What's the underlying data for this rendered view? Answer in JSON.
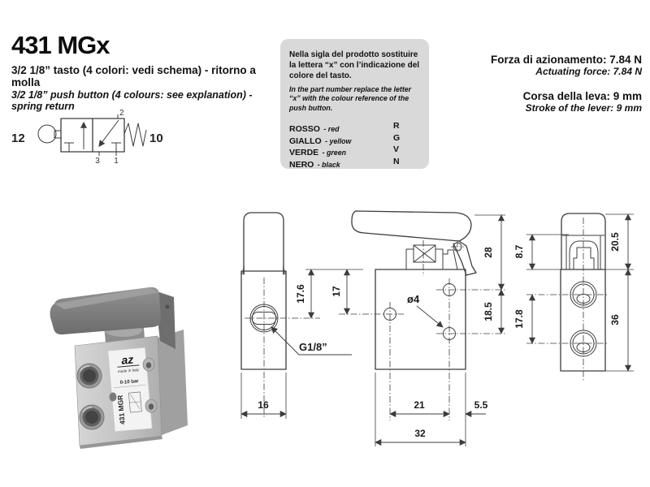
{
  "header": {
    "title": "431 MGx",
    "subtitle_it": "3/2 1/8” tasto (4 colori: vedi schema) - ritorno a molla",
    "subtitle_en": "3/2 1/8” push button (4 colours: see explanation) - spring return"
  },
  "info_box": {
    "bg": "#d9d9d9",
    "text_it": "Nella sigla del prodotto sostituire la lettera “x” con l’indicazione del colore del tasto.",
    "text_en": "In the part number replace the letter “x” with the colour reference of the push button.",
    "colors": [
      {
        "name": "ROSSO",
        "translation": "- red",
        "code": "R"
      },
      {
        "name": "GIALLO",
        "translation": "- yellow",
        "code": "G"
      },
      {
        "name": "VERDE",
        "translation": "- green",
        "code": "V"
      },
      {
        "name": "NERO",
        "translation": "- black",
        "code": "N"
      }
    ]
  },
  "specs": [
    {
      "it": "Forza di azionamento: 7.84 N",
      "en": "Actuating force: 7.84 N"
    },
    {
      "it": "Corsa della leva: 9 mm",
      "en": "Stroke of the lever: 9 mm"
    }
  ],
  "symbol": {
    "port_left": "12",
    "port_right": "10",
    "port_top": "2",
    "port_bottom_left": "3",
    "port_bottom_right": "1"
  },
  "photo": {
    "logo": "az",
    "origin": "made in Italy",
    "pressure": "0-10 bar",
    "model": "431 MGR"
  },
  "drawings": {
    "side_view": {
      "width": "16",
      "height_to_port": "17.6",
      "height_to_hole": "17",
      "port_thread": "G1/8”"
    },
    "front_view": {
      "lever_height": "28",
      "hole_spacing_v": "18.5",
      "hole_dia": "ø4",
      "hole_spacing_h": "21",
      "hole_to_edge": "5.5",
      "body_width": "32"
    },
    "rear_view": {
      "travel": "8.7",
      "cap_height": "20.5",
      "port_spacing": "17.8",
      "body_height": "36"
    }
  }
}
